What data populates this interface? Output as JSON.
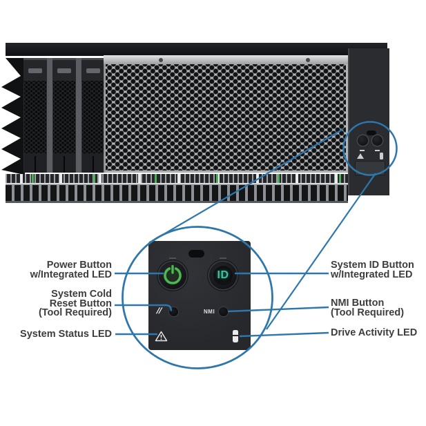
{
  "diagram_type": "server front control panel callout diagram",
  "panel": {
    "id_button_text": "ID",
    "nmi_label": "NMI",
    "cold_reset_glyph": "//"
  },
  "callouts": {
    "left": [
      {
        "lines": [
          "Power Button",
          "w/Integrated LED"
        ]
      },
      {
        "lines": [
          "System Cold",
          "Reset Button",
          "(Tool Required)"
        ]
      },
      {
        "lines": [
          "System Status LED"
        ]
      }
    ],
    "right": [
      {
        "lines": [
          "System ID Button",
          "w/Integrated LED"
        ]
      },
      {
        "lines": [
          "NMI Button",
          "(Tool Required)"
        ]
      },
      {
        "lines": [
          "Drive Activity LED"
        ]
      }
    ]
  },
  "icons": {
    "power": "power-symbol-ring",
    "system_status": "warning-triangle",
    "drive_activity": "drive-bar",
    "cold_reset": "double-slash"
  },
  "colors": {
    "accent_blue": "#2e77ab",
    "power_green": "#4cb852",
    "id_teal": "#3ec1a0",
    "panel_dark": "#292b2f",
    "label_text": "#3d3d3f"
  }
}
